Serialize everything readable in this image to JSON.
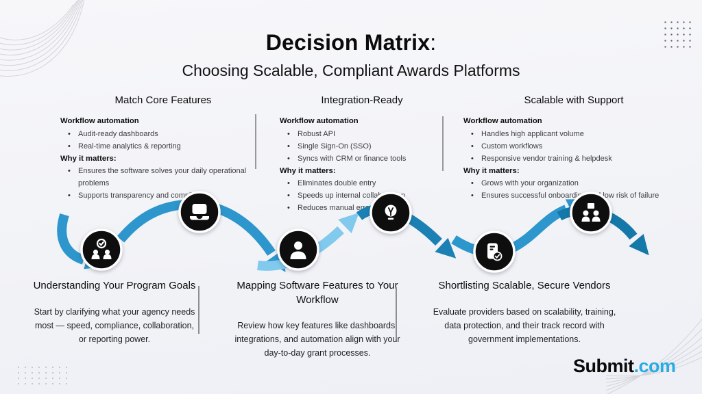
{
  "title": {
    "main": "Decision Matrix",
    "colon": ":",
    "subtitle": "Choosing Scalable, Compliant Awards Platforms"
  },
  "columns": [
    {
      "header": "Match Core Features",
      "sections": [
        {
          "heading": "Workflow automation",
          "bullets": [
            "Audit-ready dashboards",
            "Real-time analytics & reporting"
          ]
        },
        {
          "heading": "Why it matters:",
          "bullets": [
            "Ensures the software solves your daily operational problems",
            "Supports transparency and compliance"
          ]
        }
      ]
    },
    {
      "header": "Integration-Ready",
      "sections": [
        {
          "heading": "Workflow automation",
          "bullets": [
            "Robust API",
            "Single Sign-On (SSO)",
            "Syncs with CRM or finance tools"
          ]
        },
        {
          "heading": "Why it matters:",
          "bullets": [
            "Eliminates double entry",
            "Speeds up internal collaboration",
            "Reduces manual errors"
          ]
        }
      ]
    },
    {
      "header": "Scalable with Support",
      "sections": [
        {
          "heading": "Workflow automation",
          "bullets": [
            "Handles high applicant volume",
            "Custom workflows",
            "Responsive vendor training & helpdesk"
          ]
        },
        {
          "heading": "Why it matters:",
          "bullets": [
            "Grows with your organization",
            "Ensures successful onboarding and low risk of failure"
          ]
        }
      ]
    }
  ],
  "steps": [
    {
      "title": "Understanding Your Program Goals",
      "description": "Start by clarifying what your agency needs most — speed, compliance, collaboration, or reporting power."
    },
    {
      "title": "Mapping Software Features to Your Workflow",
      "description": "Review how key features like dashboards, integrations, and automation align with your day-to-day grant processes."
    },
    {
      "title": "Shortlisting Scalable, Secure Vendors",
      "description": "Evaluate providers based on scalability, training, data protection, and their track record with government implementations."
    }
  ],
  "flow": {
    "icons": [
      "team-check",
      "laptop",
      "person",
      "lightbulb",
      "document-check",
      "org-chart"
    ]
  },
  "colors": {
    "arrow_medium": "#2D96CC",
    "arrow_light": "#82C9EE",
    "arrow_dark": "#1B80B4",
    "arrow_darker": "#1478A8",
    "icon_bg": "#0E0E0E",
    "accent_cyan": "#29ABE2"
  },
  "logo": {
    "name": "Submit",
    "suffix": ".com"
  }
}
